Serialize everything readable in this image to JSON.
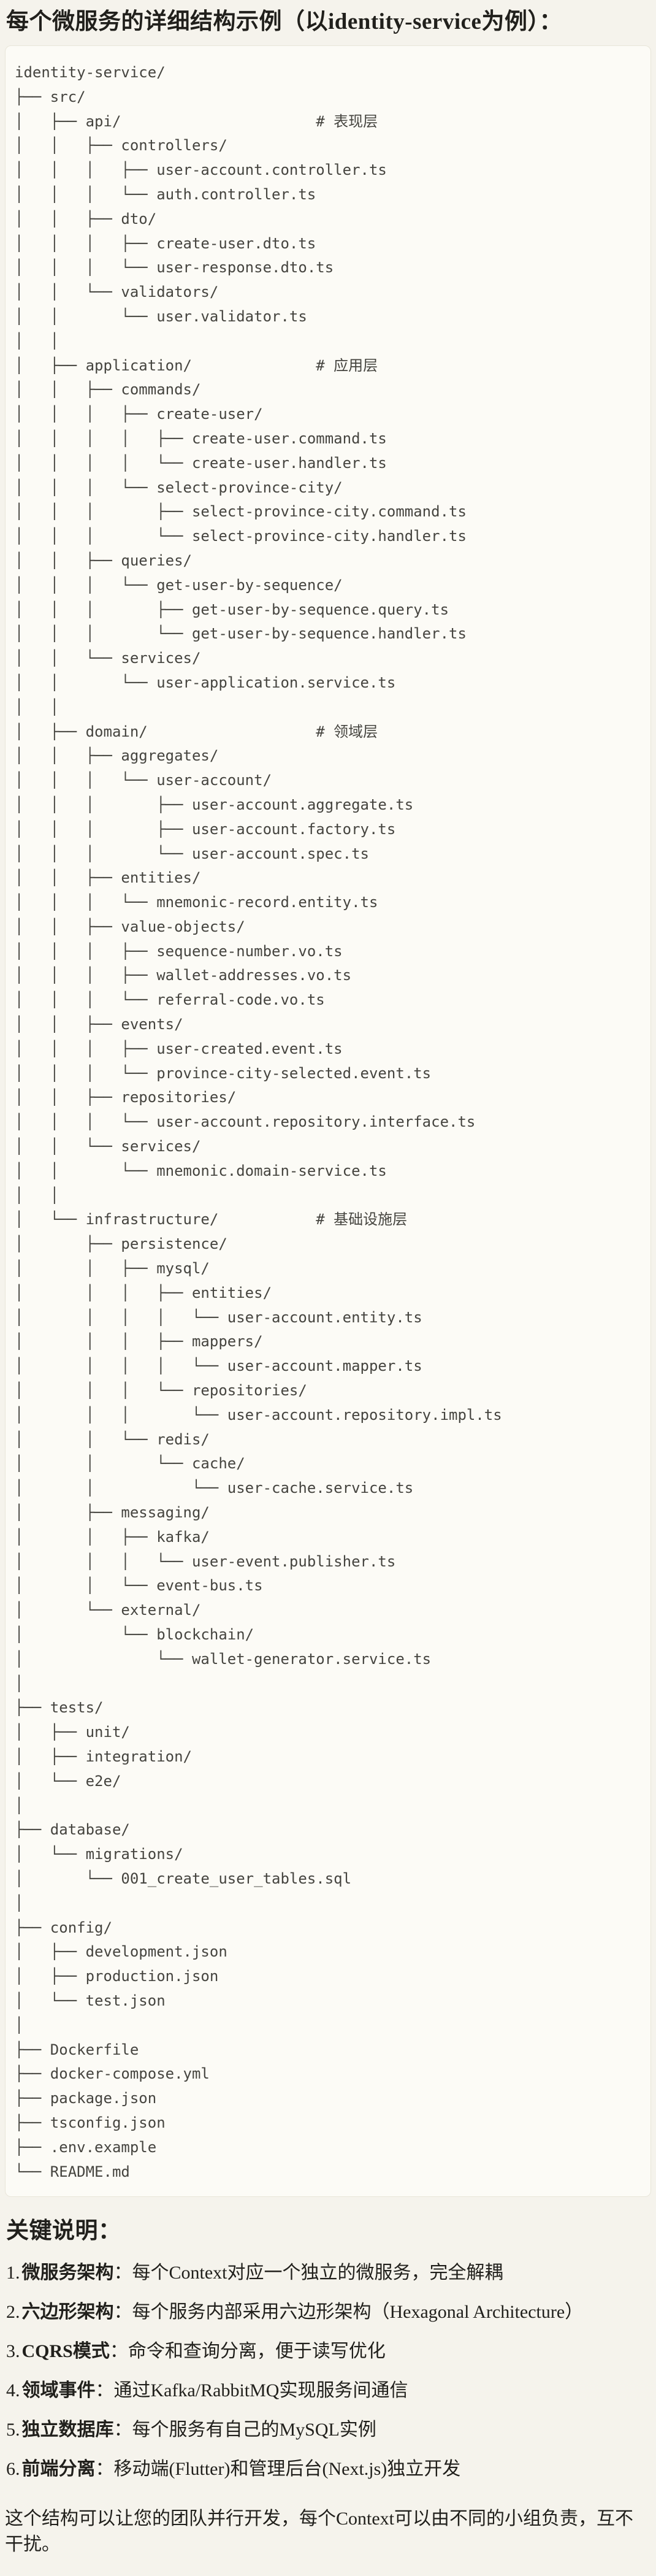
{
  "title": "每个微服务的详细结构示例（以identity-service为例）：",
  "tree_text": "identity-service/\n├── src/\n│   ├── api/                      # 表现层\n│   │   ├── controllers/\n│   │   │   ├── user-account.controller.ts\n│   │   │   └── auth.controller.ts\n│   │   ├── dto/\n│   │   │   ├── create-user.dto.ts\n│   │   │   └── user-response.dto.ts\n│   │   └── validators/\n│   │       └── user.validator.ts\n│   │\n│   ├── application/              # 应用层\n│   │   ├── commands/\n│   │   │   ├── create-user/\n│   │   │   │   ├── create-user.command.ts\n│   │   │   │   └── create-user.handler.ts\n│   │   │   └── select-province-city/\n│   │   │       ├── select-province-city.command.ts\n│   │   │       └── select-province-city.handler.ts\n│   │   ├── queries/\n│   │   │   └── get-user-by-sequence/\n│   │   │       ├── get-user-by-sequence.query.ts\n│   │   │       └── get-user-by-sequence.handler.ts\n│   │   └── services/\n│   │       └── user-application.service.ts\n│   │\n│   ├── domain/                   # 领域层\n│   │   ├── aggregates/\n│   │   │   └── user-account/\n│   │   │       ├── user-account.aggregate.ts\n│   │   │       ├── user-account.factory.ts\n│   │   │       └── user-account.spec.ts\n│   │   ├── entities/\n│   │   │   └── mnemonic-record.entity.ts\n│   │   ├── value-objects/\n│   │   │   ├── sequence-number.vo.ts\n│   │   │   ├── wallet-addresses.vo.ts\n│   │   │   └── referral-code.vo.ts\n│   │   ├── events/\n│   │   │   ├── user-created.event.ts\n│   │   │   └── province-city-selected.event.ts\n│   │   ├── repositories/\n│   │   │   └── user-account.repository.interface.ts\n│   │   └── services/\n│   │       └── mnemonic.domain-service.ts\n│   │\n│   └── infrastructure/           # 基础设施层\n│       ├── persistence/\n│       │   ├── mysql/\n│       │   │   ├── entities/\n│       │   │   │   └── user-account.entity.ts\n│       │   │   ├── mappers/\n│       │   │   │   └── user-account.mapper.ts\n│       │   │   └── repositories/\n│       │   │       └── user-account.repository.impl.ts\n│       │   └── redis/\n│       │       └── cache/\n│       │           └── user-cache.service.ts\n│       ├── messaging/\n│       │   ├── kafka/\n│       │   │   └── user-event.publisher.ts\n│       │   └── event-bus.ts\n│       └── external/\n│           └── blockchain/\n│               └── wallet-generator.service.ts\n│\n├── tests/\n│   ├── unit/\n│   ├── integration/\n│   └── e2e/\n│\n├── database/\n│   └── migrations/\n│       └── 001_create_user_tables.sql\n│\n├── config/\n│   ├── development.json\n│   ├── production.json\n│   └── test.json\n│\n├── Dockerfile\n├── docker-compose.yml\n├── package.json\n├── tsconfig.json\n├── .env.example\n└── README.md",
  "notes": {
    "heading": "关键说明：",
    "items": [
      {
        "num": "1.",
        "term": "微服务架构",
        "desc": "：每个Context对应一个独立的微服务，完全解耦"
      },
      {
        "num": "2.",
        "term": "六边形架构",
        "desc": "：每个服务内部采用六边形架构（Hexagonal Architecture）"
      },
      {
        "num": "3.",
        "term": "CQRS模式",
        "desc": "：命令和查询分离，便于读写优化"
      },
      {
        "num": "4.",
        "term": "领域事件",
        "desc": "：通过Kafka/RabbitMQ实现服务间通信"
      },
      {
        "num": "5.",
        "term": "独立数据库",
        "desc": "：每个服务有自己的MySQL实例"
      },
      {
        "num": "6.",
        "term": "前端分离",
        "desc": "：移动端(Flutter)和管理后台(Next.js)独立开发"
      }
    ]
  },
  "closing": "这个结构可以让您的团队并行开发，每个Context可以由不同的小组负责，互不干扰。"
}
